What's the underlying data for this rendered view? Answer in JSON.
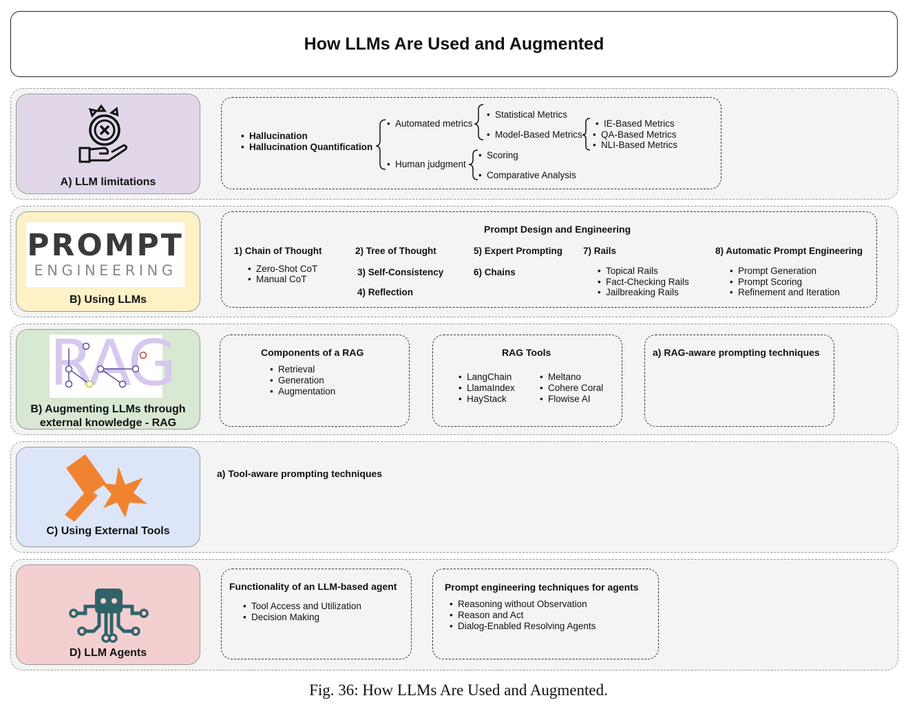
{
  "title": "How LLMs Are Used and Augmented",
  "caption": "Fig. 36: How LLMs Are Used and Augmented.",
  "colors": {
    "limitations_card": "#e2d7e9",
    "using_card": "#fdf1c6",
    "rag_card": "#d8e8d3",
    "tools_card": "#dde6f8",
    "agents_card": "#f4cfcf",
    "tools_icon": "#f0832f",
    "agents_icon": "#2f6369"
  },
  "limitations": {
    "label": "A) LLM limitations",
    "icon": "hand-hallucination-icon",
    "items": [
      "Hallucination",
      "Hallucination Quantification"
    ],
    "automated": "Automated metrics",
    "statistical": "Statistical Metrics",
    "model_based": "Model-Based Metrics",
    "model_sub": [
      "IE-Based Metrics",
      "QA-Based Metrics",
      "NLI-Based Metrics"
    ],
    "human": "Human judgment",
    "human_sub": [
      "Scoring",
      "Comparative Analysis"
    ]
  },
  "using": {
    "label": "B) Using LLMs",
    "logo_line1": "PROMPT",
    "logo_line2": "ENGINEERING",
    "heading": "Prompt Design and Engineering",
    "cot": "1) Chain of Thought",
    "cot_sub": [
      "Zero-Shot CoT",
      "Manual CoT"
    ],
    "tot": "2) Tree of Thought",
    "self_consistency": "3) Self-Consistency",
    "reflection": "4) Reflection",
    "expert": "5) Expert Prompting",
    "chains": "6) Chains",
    "rails": "7) Rails",
    "rails_sub": [
      "Topical Rails",
      "Fact-Checking Rails",
      "Jailbreaking Rails"
    ],
    "ape": "8) Automatic Prompt Engineering",
    "ape_sub": [
      "Prompt Generation",
      "Prompt Scoring",
      "Refinement and Iteration"
    ]
  },
  "rag": {
    "label_line1": "B) Augmenting LLMs through",
    "label_line2": "external knowledge - RAG",
    "logo_text": "RAG",
    "components_title": "Components of a RAG",
    "components": [
      "Retrieval",
      "Generation",
      "Augmentation"
    ],
    "tools_title": "RAG Tools",
    "tools_left": [
      "LangChain",
      "LlamaIndex",
      "HayStack"
    ],
    "tools_right": [
      "Meltano",
      "Cohere Coral",
      "Flowise AI"
    ],
    "prompting_title": "a) RAG-aware prompting techniques"
  },
  "tools": {
    "label": "C) Using External Tools",
    "icon": "hammer-icon",
    "prompting_title": "a) Tool-aware prompting techniques"
  },
  "agents": {
    "label": "D) LLM Agents",
    "icon": "robot-circuit-icon",
    "functionality_title": "Functionality of an LLM-based agent",
    "functionality": [
      "Tool Access and Utilization",
      "Decision Making"
    ],
    "techniques_title": "Prompt engineering techniques for agents",
    "techniques": [
      "Reasoning without Observation",
      "Reason and Act",
      "Dialog-Enabled Resolving Agents"
    ]
  }
}
